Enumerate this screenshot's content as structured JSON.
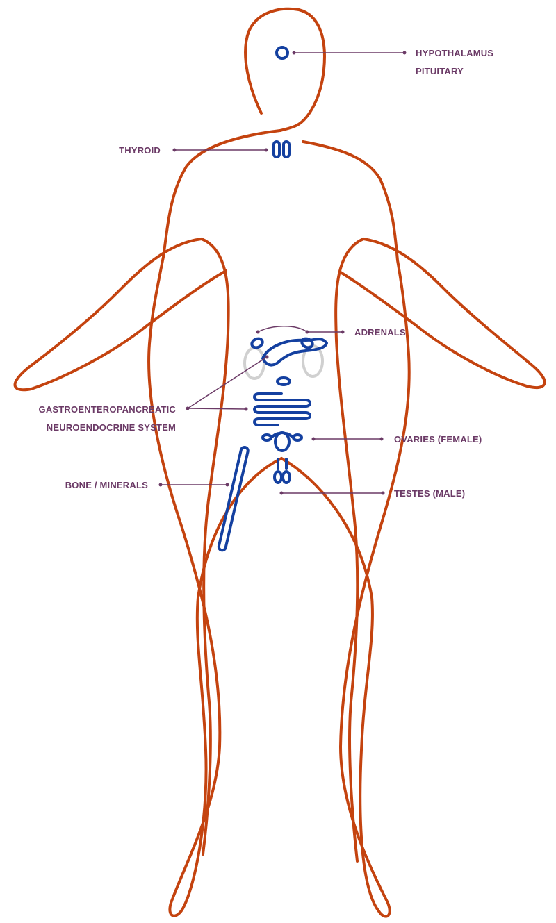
{
  "colors": {
    "body_outline": "#C4430F",
    "organ": "#1440A0",
    "kidney": "#D0D0D0",
    "leader": "#6B3A66",
    "label_text": "#6B3A66",
    "background": "#FFFFFF"
  },
  "labels": {
    "hypothalamus": "HYPOTHALAMUS",
    "pituitary": "PITUITARY",
    "thyroid": "THYROID",
    "adrenals": "ADRENALS",
    "gep_line1": "GASTROENTEROPANCREATIC",
    "gep_line2": "NEUROENDOCRINE SYSTEM",
    "ovaries": "OVARIES (FEMALE)",
    "testes": "TESTES (MALE)",
    "bone": "BONE / MINERALS"
  }
}
